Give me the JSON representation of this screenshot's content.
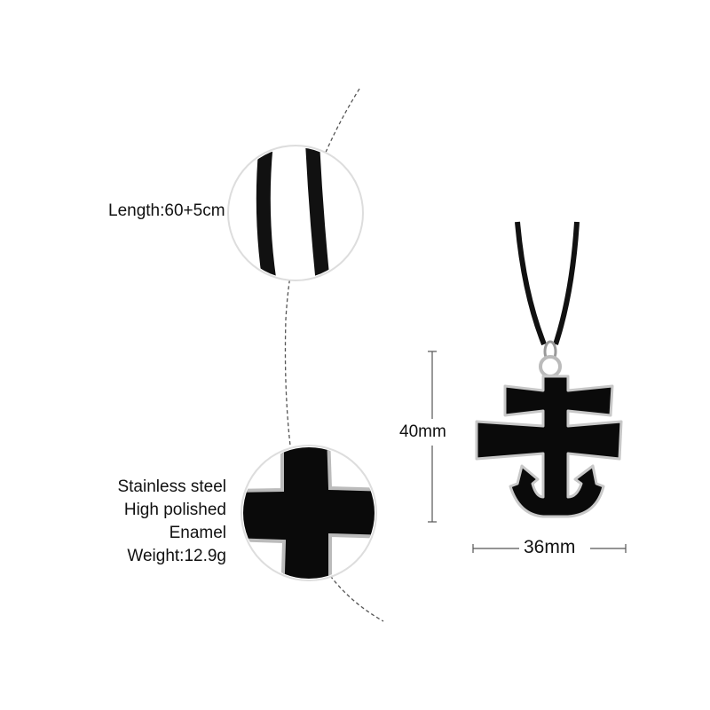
{
  "length_label": "Length:60+5cm",
  "specs": [
    "Stainless steel",
    "High polished",
    "Enamel",
    "Weight:12.9g"
  ],
  "height_label": "40mm",
  "width_label": "36mm",
  "colors": {
    "enamel": "#0a0a0a",
    "steel": "#c8c8c8",
    "dashed_arc": "#555555"
  }
}
